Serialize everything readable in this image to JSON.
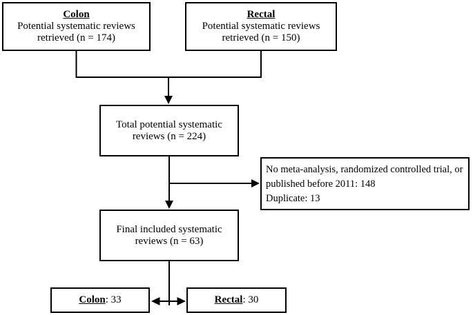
{
  "boxes": {
    "colon_top": {
      "title": "Colon",
      "line1": "Potential systematic reviews",
      "line2": "retrieved (n = 174)"
    },
    "rectal_top": {
      "title": "Rectal",
      "line1": "Potential systematic reviews",
      "line2": "retrieved (n = 150)"
    },
    "total": {
      "line1": "Total potential systematic",
      "line2": "reviews (n = 224)"
    },
    "exclusion": {
      "line1": "No meta-analysis, randomized controlled trial, or",
      "line2": "published before 2011: 148",
      "line3": "Duplicate: 13"
    },
    "final": {
      "line1": "Final included systematic",
      "line2": "reviews (n = 63)"
    },
    "colon_result": {
      "label": "Colon",
      "suffix": ": 33"
    },
    "rectal_result": {
      "label": "Rectal",
      "suffix": ": 30"
    }
  },
  "colors": {
    "background": "#ffffff",
    "line": "#000000",
    "text": "#000000"
  }
}
